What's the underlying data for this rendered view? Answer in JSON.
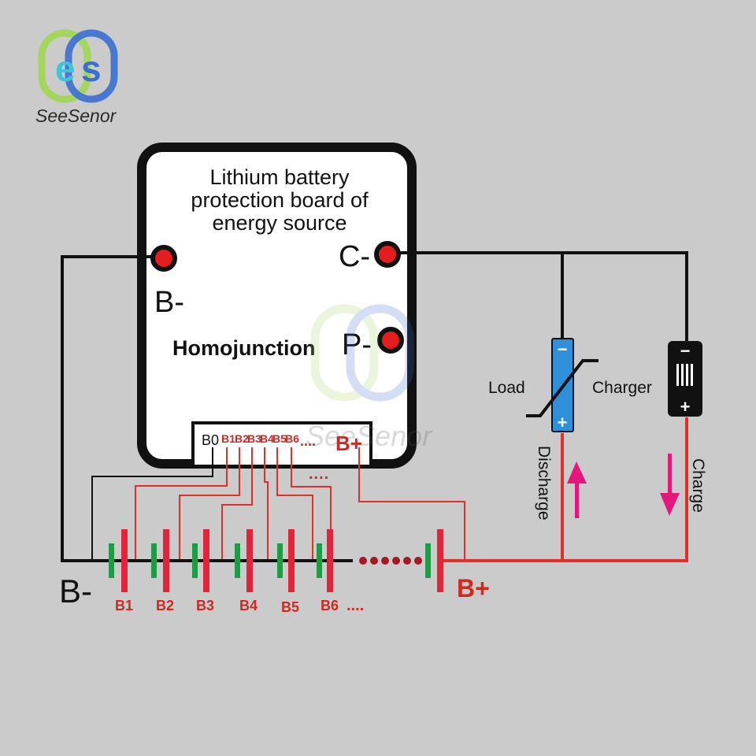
{
  "brand": {
    "name": "SeeSenor",
    "watermark": "SeeSenor"
  },
  "board": {
    "title_lines": [
      "Lithium battery",
      "protection board of",
      "energy source"
    ],
    "terminal_b_minus": "B-",
    "terminal_c_minus": "C-",
    "terminal_p_minus": "P-",
    "homojunction": "Homojunction",
    "connector_pins": [
      "B0",
      "B1",
      "B2",
      "B3",
      "B4",
      "B5",
      "B6",
      "....",
      "B+"
    ]
  },
  "battery_pack": {
    "left_label": "B-",
    "right_label": "B+",
    "cell_labels": [
      "B1",
      "B2",
      "B3",
      "B4",
      "B5",
      "B6",
      "...."
    ]
  },
  "external": {
    "load_label": "Load",
    "charger_label": "Charger",
    "discharge_label": "Discharge",
    "charge_label": "Charge",
    "minus_sign": "−",
    "plus_sign": "+"
  },
  "colors": {
    "background": "#cbcbcb",
    "wire_black": "#111111",
    "wire_red": "#e0302a",
    "terminal_red": "#e31e1e",
    "cell_red": "#e2243a",
    "cell_green": "#1f9a45",
    "arrow_magenta": "#e3187c",
    "load_blue": "#2f8fd8",
    "logo_green": "#a4d65e",
    "logo_cyan": "#3fc4d8",
    "logo_blue": "#3a6fd0"
  }
}
